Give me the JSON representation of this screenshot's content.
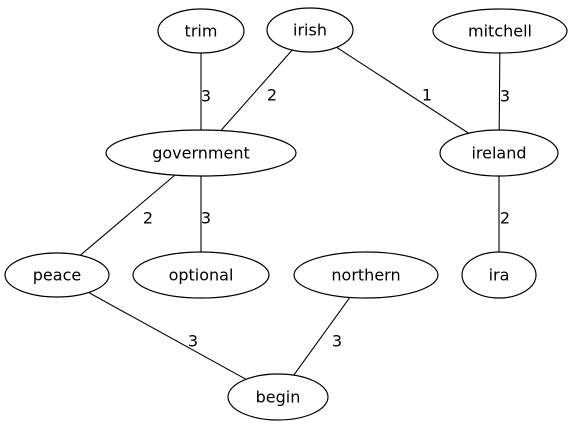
{
  "graph": {
    "nodes": [
      {
        "id": "trim",
        "label": "trim"
      },
      {
        "id": "irish",
        "label": "irish"
      },
      {
        "id": "mitchell",
        "label": "mitchell"
      },
      {
        "id": "government",
        "label": "government"
      },
      {
        "id": "ireland",
        "label": "ireland"
      },
      {
        "id": "peace",
        "label": "peace"
      },
      {
        "id": "optional",
        "label": "optional"
      },
      {
        "id": "northern",
        "label": "northern"
      },
      {
        "id": "ira",
        "label": "ira"
      },
      {
        "id": "begin",
        "label": "begin"
      }
    ],
    "edges": [
      {
        "source": "trim",
        "target": "government",
        "weight": "3"
      },
      {
        "source": "irish",
        "target": "government",
        "weight": "2"
      },
      {
        "source": "irish",
        "target": "ireland",
        "weight": "1"
      },
      {
        "source": "mitchell",
        "target": "ireland",
        "weight": "3"
      },
      {
        "source": "government",
        "target": "peace",
        "weight": "2"
      },
      {
        "source": "government",
        "target": "optional",
        "weight": "3"
      },
      {
        "source": "ireland",
        "target": "ira",
        "weight": "2"
      },
      {
        "source": "peace",
        "target": "begin",
        "weight": "3"
      },
      {
        "source": "northern",
        "target": "begin",
        "weight": "3"
      }
    ]
  }
}
